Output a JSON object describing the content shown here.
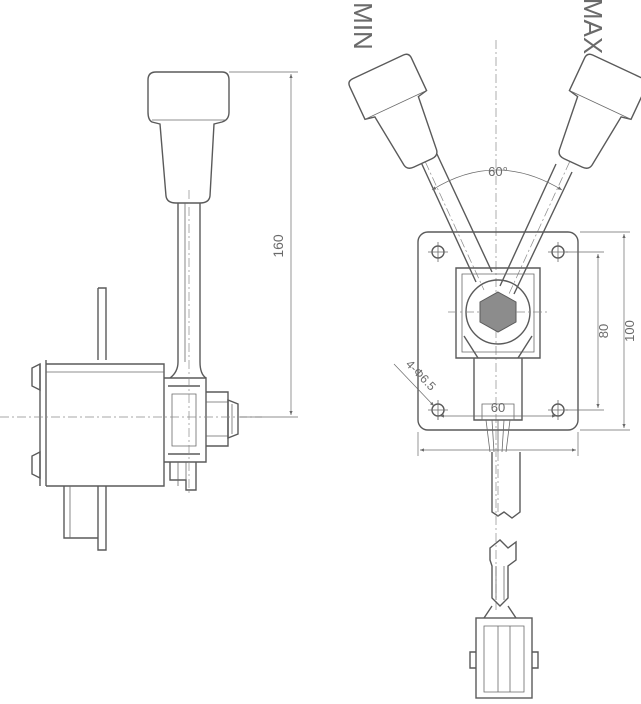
{
  "labels": {
    "min": "MIN",
    "max": "MAX",
    "angle": "60°",
    "height": "160",
    "plate_width": "60",
    "hole_spacing": "80",
    "plate_height": "100",
    "holes": "4-Φ6.5"
  }
}
